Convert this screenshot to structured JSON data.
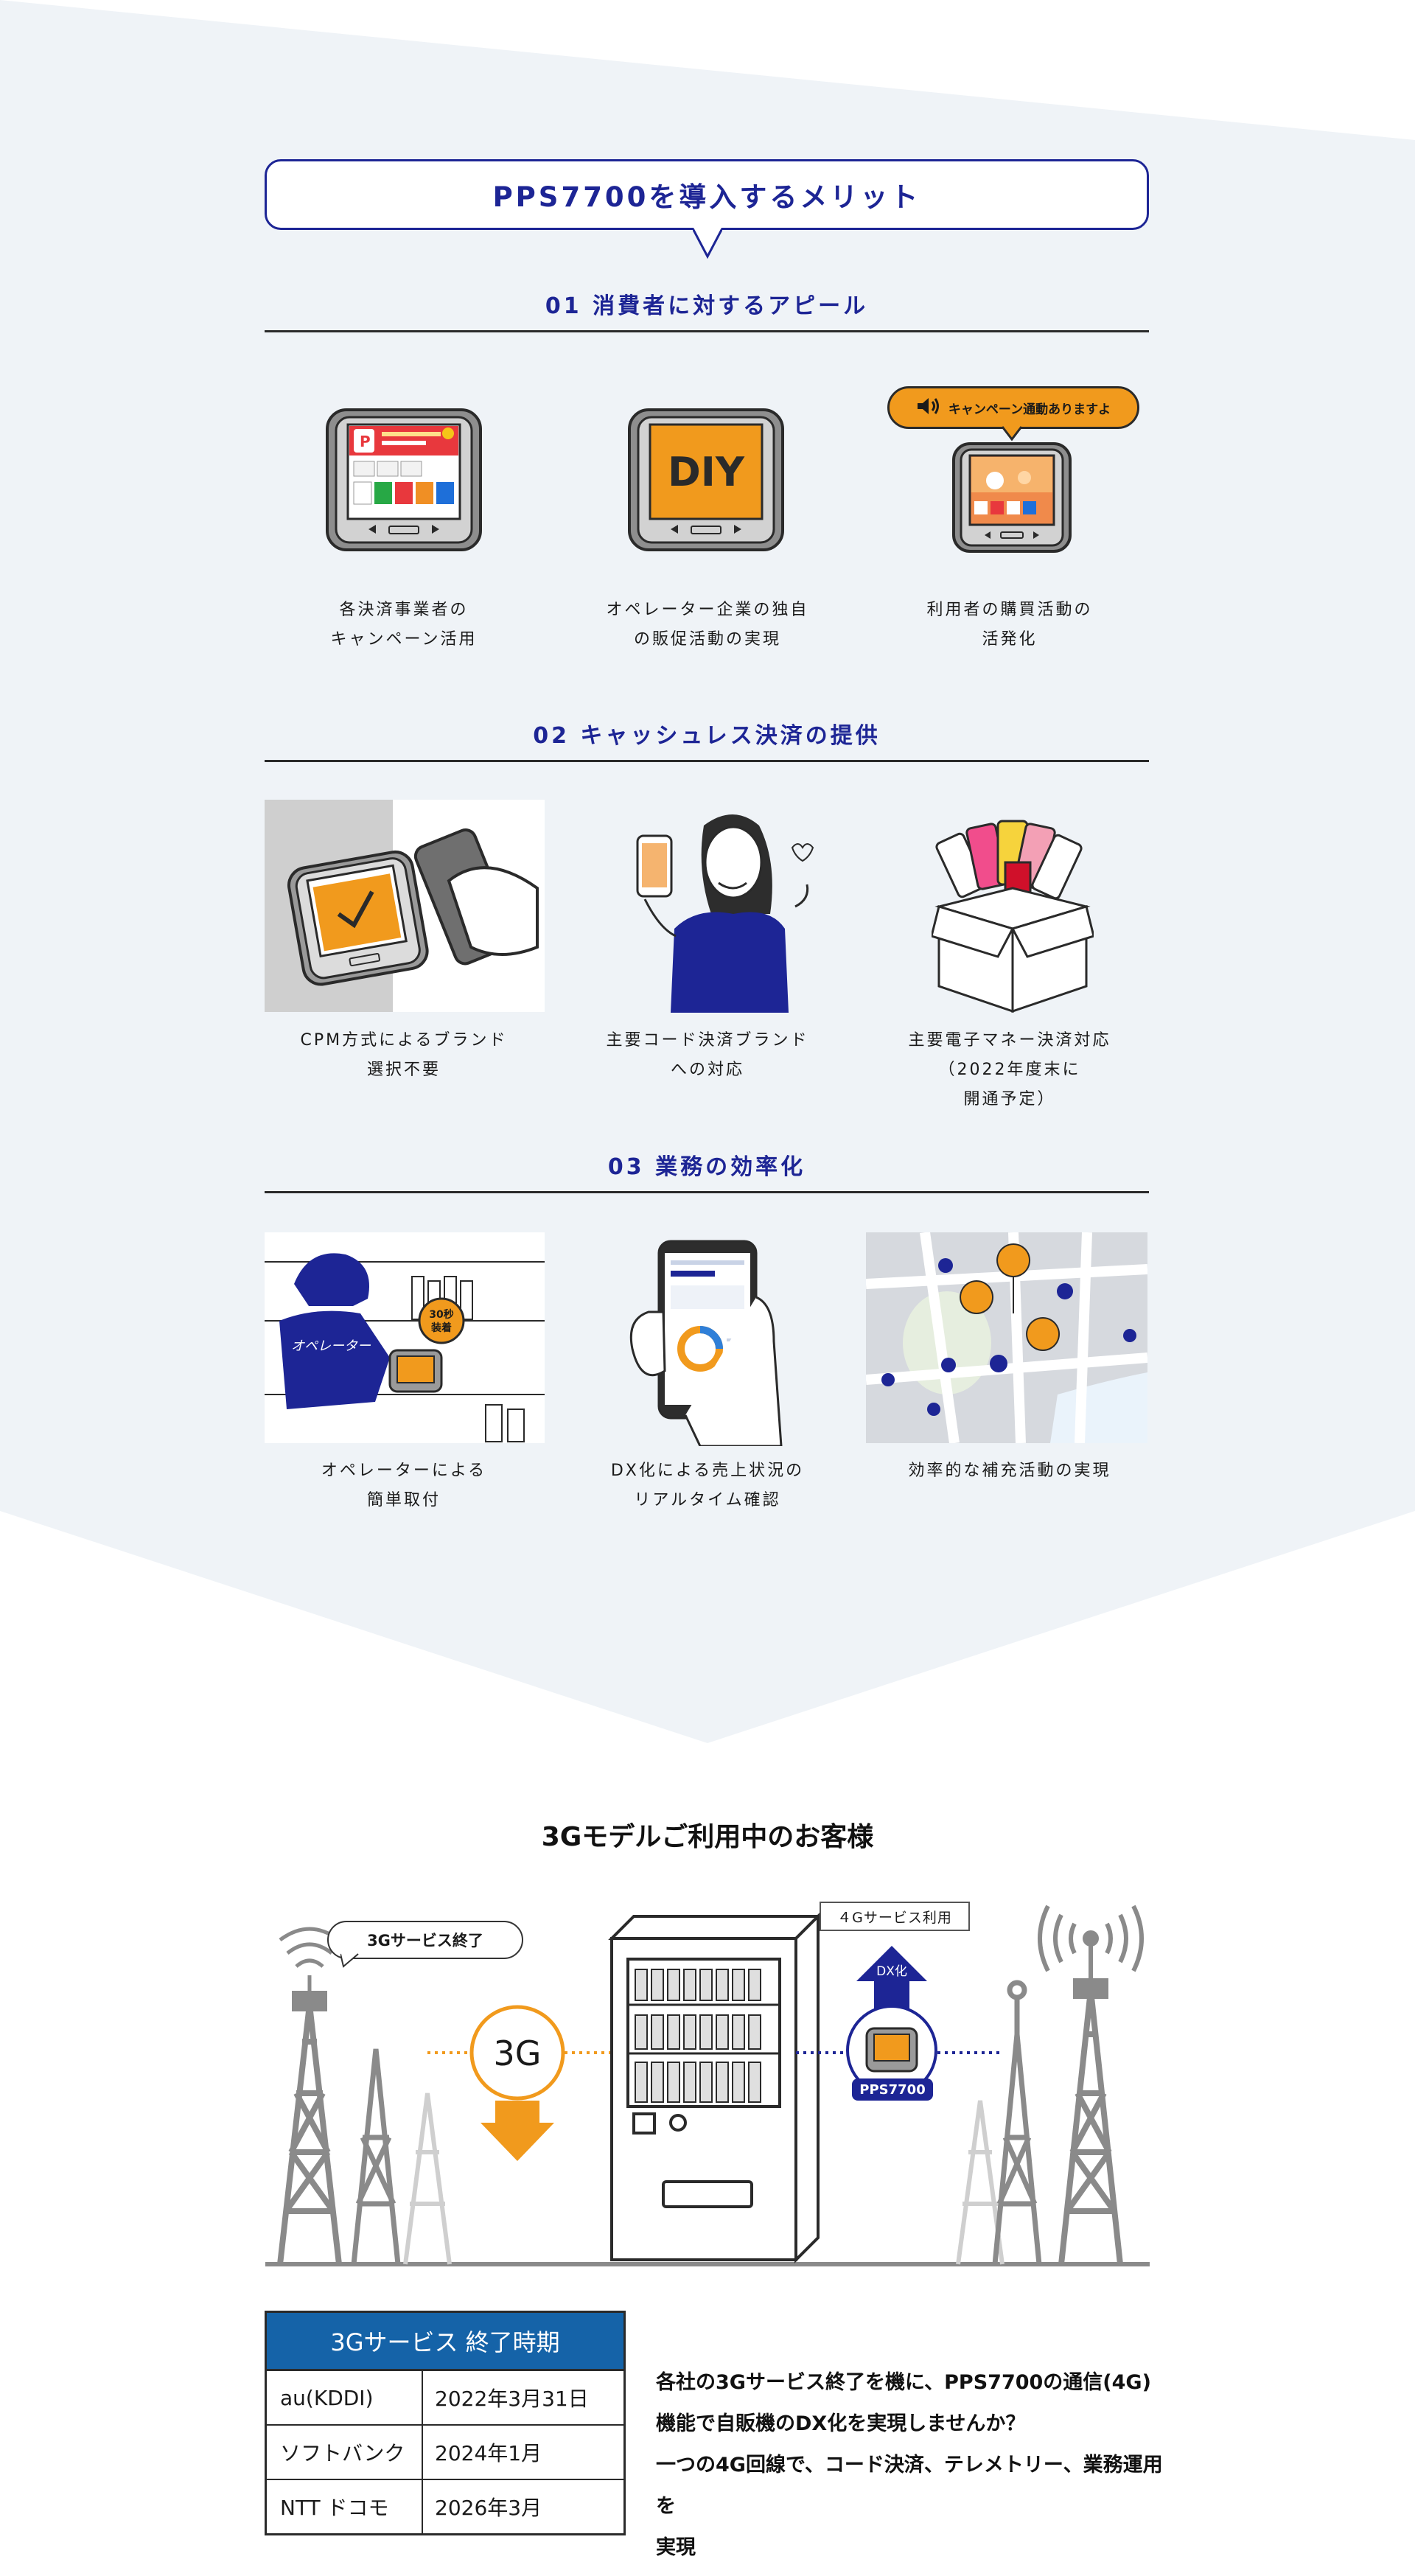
{
  "headline": "PPS7700を導入するメリット",
  "sections": [
    {
      "title": "01 消費者に対するアピール",
      "items": [
        {
          "caption_l1": "各決済事業者の",
          "caption_l2": "キャンペーン活用"
        },
        {
          "caption_l1": "オペレーター企業の独自",
          "caption_l2": "の販促活動の実現",
          "screen_text": "DIY"
        },
        {
          "caption_l1": "利用者の購買活動の",
          "caption_l2": "活発化",
          "speech": "キャンペーン通動ありますよ"
        }
      ]
    },
    {
      "title": "02 キャッシュレス決済の提供",
      "items": [
        {
          "caption_l1": "CPM方式によるブランド",
          "caption_l2": "選択不要"
        },
        {
          "caption_l1": "主要コード決済ブランド",
          "caption_l2": "への対応"
        },
        {
          "caption_l1": "主要電子マネー決済対応",
          "caption_l2": "（2022年度末に",
          "caption_l3": "開通予定）"
        }
      ]
    },
    {
      "title": "03 業務の効率化",
      "items": [
        {
          "caption_l1": "オペレーターによる",
          "caption_l2": "簡単取付",
          "badge_l1": "30秒",
          "badge_l2": "装着",
          "shirt_text": "オペレーター"
        },
        {
          "caption_l1": "DX化による売上状況の",
          "caption_l2": "リアルタイム確認"
        },
        {
          "caption_l1": "効率的な補充活動の実現"
        }
      ]
    }
  ],
  "dx": {
    "heading": "3Gモデルご利用中のお客様",
    "tag_end": "3Gサービス終了",
    "tag_4g": "４Gサービス利用",
    "label_3g": "3G",
    "arrow_label": "DX化",
    "device_label": "PPS7700",
    "accent_orange": "#f19a1d",
    "accent_blue": "#1d2595"
  },
  "end_table": {
    "header": "3Gサービス 終了時期",
    "rows": [
      {
        "carrier": "au(KDDI)",
        "date": "2022年3月31日"
      },
      {
        "carrier": "ソフトバンク",
        "date": "2024年1月"
      },
      {
        "carrier": "NTT ドコモ",
        "date": "2026年3月"
      }
    ]
  },
  "paragraph": {
    "l1": "各社の3Gサービス終了を機に、PPS7700の通信(4G)",
    "l2": "機能で自販機のDX化を実現しませんか？",
    "l3": "一つの4G回線で、コード決済、テレメトリー、業務運用を",
    "l4": "実現"
  }
}
